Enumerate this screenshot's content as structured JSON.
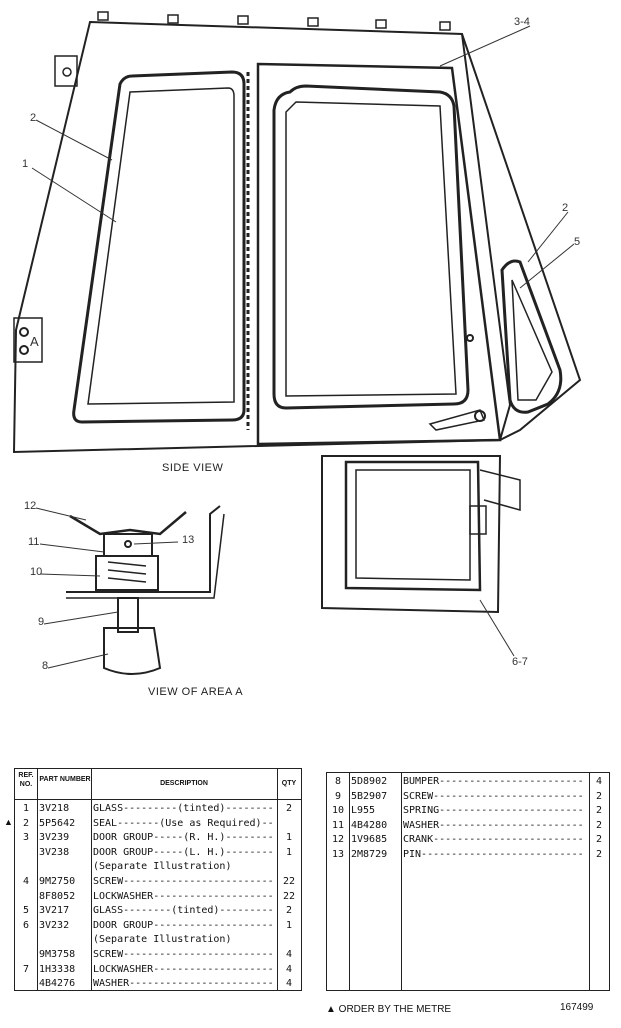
{
  "callouts": {
    "c1": "1",
    "c2": "2",
    "c2b": "2",
    "c34": "3-4",
    "c5": "5",
    "cA": "A",
    "c6_7": "6-7",
    "c8": "8",
    "c9": "9",
    "c10": "10",
    "c11": "11",
    "c12": "12",
    "c13": "13"
  },
  "captions": {
    "side_view": "SIDE VIEW",
    "view_area_a": "VIEW OF AREA A"
  },
  "table_headers": {
    "ref_no": "REF. NO.",
    "part_number": "PART NUMBER",
    "description": "DESCRIPTION",
    "qty": "QTY"
  },
  "table1_rows": [
    {
      "ref": "1",
      "part": "3V218",
      "desc": "GLASS---------(tinted)--------",
      "qty": "2"
    },
    {
      "ref": "2",
      "part": "5P5642",
      "desc": "SEAL-------(Use as Required)-----",
      "qty": ""
    },
    {
      "ref": "3",
      "part": "3V239",
      "desc": "DOOR GROUP-----(R. H.)--------",
      "qty": "1"
    },
    {
      "ref": "",
      "part": "3V238",
      "desc": "DOOR GROUP-----(L. H.)--------",
      "qty": "1"
    },
    {
      "ref": "",
      "part": "",
      "desc": "    (Separate Illustration)",
      "qty": ""
    },
    {
      "ref": "4",
      "part": "9M2750",
      "desc": "SCREW--------------------------",
      "qty": "22"
    },
    {
      "ref": "",
      "part": "8F8052",
      "desc": "LOCKWASHER--------------------",
      "qty": "22"
    },
    {
      "ref": "5",
      "part": "3V217",
      "desc": "GLASS--------(tinted)---------",
      "qty": "2"
    },
    {
      "ref": "6",
      "part": "3V232",
      "desc": "DOOR GROUP--------------------",
      "qty": "1"
    },
    {
      "ref": "",
      "part": "",
      "desc": "    (Separate Illustration)",
      "qty": ""
    },
    {
      "ref": "",
      "part": "9M3758",
      "desc": "SCREW--------------------------",
      "qty": "4"
    },
    {
      "ref": "7",
      "part": "1H3338",
      "desc": "LOCKWASHER--------------------",
      "qty": "4"
    },
    {
      "ref": "",
      "part": "4B4276",
      "desc": "WASHER------------------------",
      "qty": "4"
    }
  ],
  "table2_rows": [
    {
      "ref": "8",
      "part": "5D8902",
      "desc": "BUMPER------------------------",
      "qty": "4"
    },
    {
      "ref": "9",
      "part": "5B2907",
      "desc": "SCREW-------------------------",
      "qty": "2"
    },
    {
      "ref": "10",
      "part": "L955",
      "desc": "SPRING------------------------",
      "qty": "2"
    },
    {
      "ref": "11",
      "part": "4B4280",
      "desc": "WASHER------------------------",
      "qty": "2"
    },
    {
      "ref": "12",
      "part": "1V9685",
      "desc": "CRANK-------------------------",
      "qty": "2"
    },
    {
      "ref": "13",
      "part": "2M8729",
      "desc": "PIN---------------------------",
      "qty": "2"
    }
  ],
  "marker": "▲",
  "footer": {
    "note": "▲ ORDER BY THE METRE",
    "code": "167499"
  }
}
